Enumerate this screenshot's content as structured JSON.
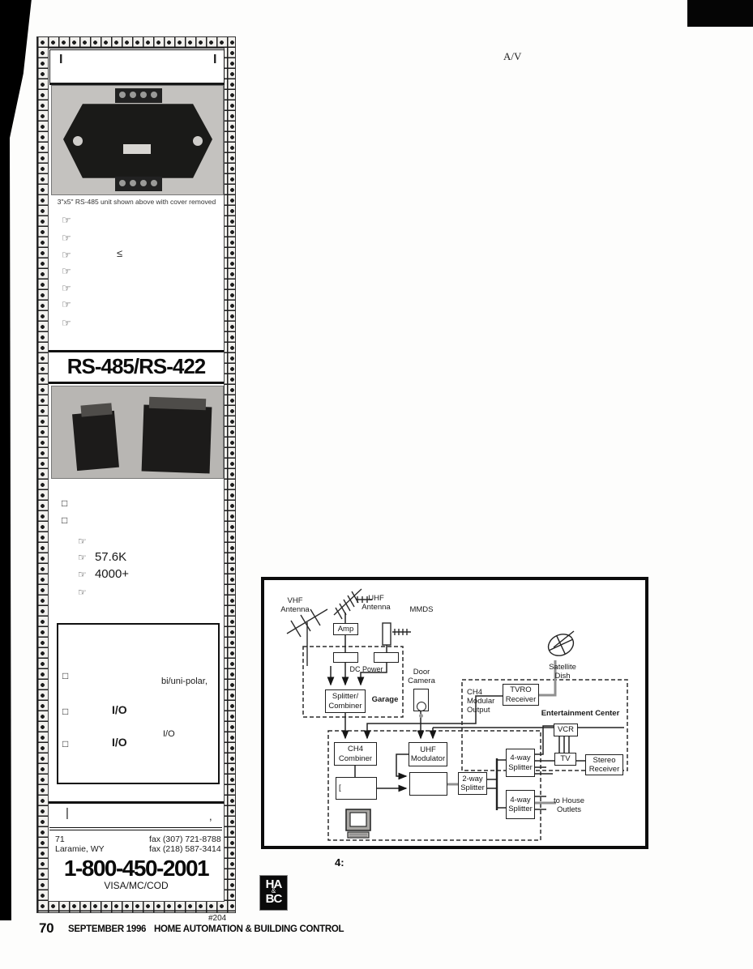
{
  "icons": {
    "hand": "☞",
    "checkbox": "□"
  },
  "article": {
    "av_label": "A/V"
  },
  "figure": {
    "caption": "4:"
  },
  "logo": {
    "top": "HA",
    "amp": "&",
    "bottom": "BC"
  },
  "footer": {
    "page_number": "70",
    "issue": "SEPTEMBER 1996",
    "magazine": "HOME AUTOMATION & BUILDING CONTROL",
    "ad_ref": "#204"
  },
  "ad": {
    "header_remnant_left": "I",
    "header_remnant_right": "I",
    "photo1_caption": "3\"x5\"  RS-485 unit shown above with cover removed",
    "hand_bullets": [
      "",
      "",
      "≤",
      "",
      "",
      "",
      ""
    ],
    "headline": "RS-485/RS-422",
    "checkbox_bullets": [
      "",
      ""
    ],
    "sub_bullets": [
      "",
      "57.6K",
      "4000+",
      ""
    ],
    "features": {
      "item1_fragment": "bi/uni-polar,",
      "item2_fragment": "I/O",
      "item2b_fragment": "I/O",
      "item3_fragment": "I/O"
    },
    "footer_remnant_left": "|",
    "footer_remnant_right": ",",
    "address": {
      "line1": "71",
      "line2": "Laramie, WY",
      "fax1": "fax (307) 721-8788",
      "fax2": "fax (218) 587-3414"
    },
    "phone": "1-800-450-2001",
    "payment": "VISA/MC/COD"
  },
  "diagram": {
    "nodes": {
      "vhf_antenna": {
        "label": "VHF\nAntenna"
      },
      "uhf_antenna": {
        "label": "UHF\nAntenna"
      },
      "mmds": {
        "label": "MMDS"
      },
      "amp": {
        "label": "Amp"
      },
      "dc_power": {
        "label": "DC Power"
      },
      "splitter_combiner": {
        "label": "Splitter/\nCombiner"
      },
      "garage": {
        "label": "Garage"
      },
      "door_camera": {
        "label": "Door\nCamera"
      },
      "ch4_modular_output": {
        "label": "CH4\nModular\nOutput"
      },
      "tvro_receiver": {
        "label": "TVRO\nReceiver"
      },
      "satellite_dish": {
        "label": "Satellite\nDish"
      },
      "entertainment_center": {
        "label": "Entertainment Center"
      },
      "vcr": {
        "label": "VCR"
      },
      "tv": {
        "label": "TV"
      },
      "stereo_receiver": {
        "label": "Stereo\nReceiver"
      },
      "fourway_splitter_top": {
        "label": "4-way\nSplitter"
      },
      "fourway_splitter_bottom": {
        "label": "4-way\nSplitter"
      },
      "twoway_splitter": {
        "label": "2-way\nSplitter"
      },
      "ch4_combiner": {
        "label": "CH4\nCombiner"
      },
      "uhf_modulator": {
        "label": "UHF\nModulator"
      },
      "house_outlets": {
        "label": "to House\nOutlets"
      },
      "tallbox_remnant": {
        "label": "["
      }
    }
  }
}
